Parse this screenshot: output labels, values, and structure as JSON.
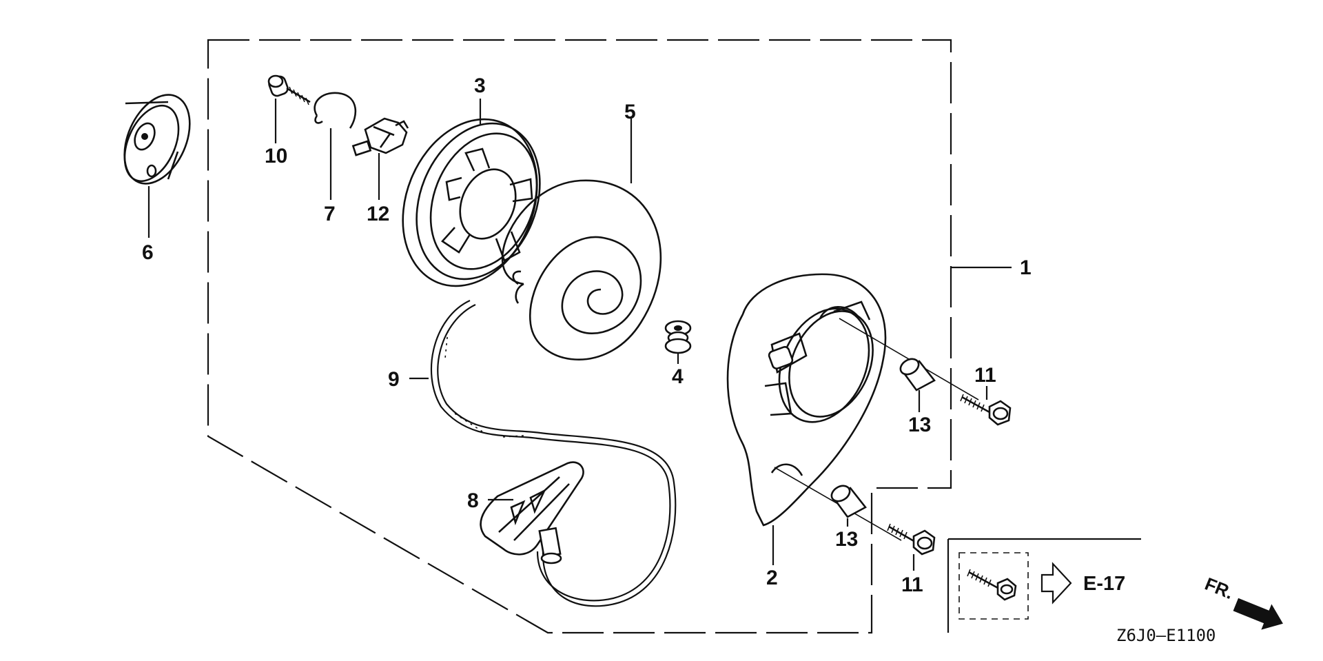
{
  "callouts": [
    {
      "id": "1",
      "name": "recoil-starter-assembly"
    },
    {
      "id": "2",
      "name": "starter-case"
    },
    {
      "id": "3",
      "name": "reel"
    },
    {
      "id": "4",
      "name": "grommet"
    },
    {
      "id": "5",
      "name": "recoil-spring"
    },
    {
      "id": "6",
      "name": "reel-cover"
    },
    {
      "id": "7",
      "name": "return-spring"
    },
    {
      "id": "8",
      "name": "starter-grip"
    },
    {
      "id": "9",
      "name": "starter-rope"
    },
    {
      "id": "10",
      "name": "screw"
    },
    {
      "id": "11",
      "name": "flange-bolt"
    },
    {
      "id": "12",
      "name": "ratchet"
    },
    {
      "id": "13",
      "name": "collar"
    }
  ],
  "labels": {
    "l1": "1",
    "l2": "2",
    "l3": "3",
    "l4": "4",
    "l5": "5",
    "l6": "6",
    "l7": "7",
    "l8": "8",
    "l9": "9",
    "l10": "10",
    "l11a": "11",
    "l11b": "11",
    "l12": "12",
    "l13a": "13",
    "l13b": "13"
  },
  "reference": {
    "text": "E-17"
  },
  "front_marker": {
    "text": "FR."
  },
  "diagram_code": "Z6J0—E1100"
}
